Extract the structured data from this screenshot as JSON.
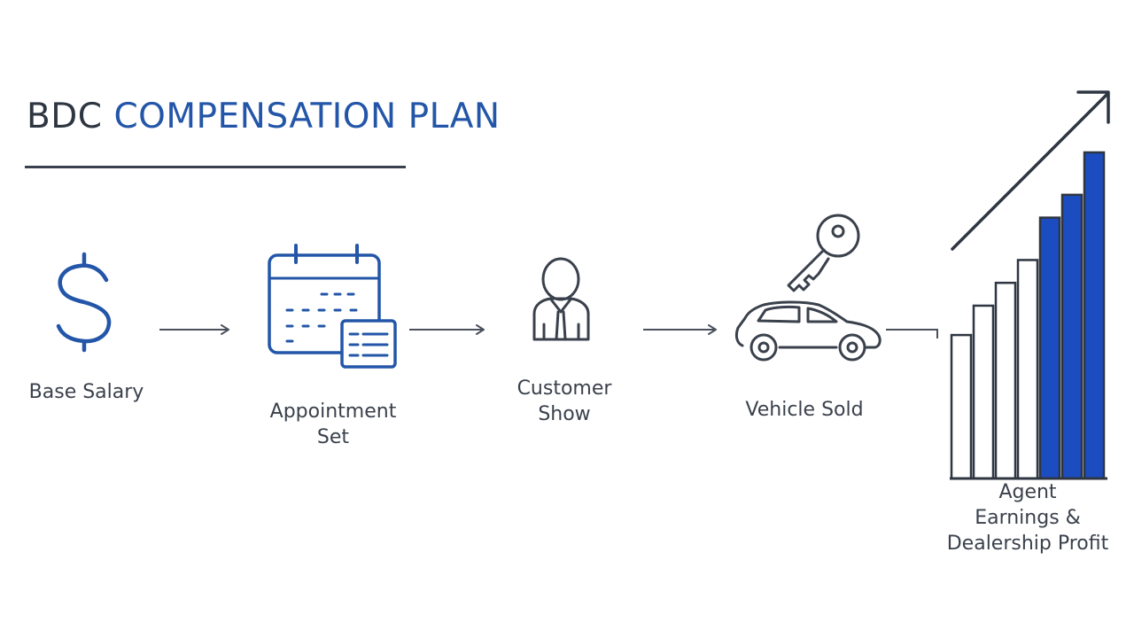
{
  "title": {
    "part1": "BDC",
    "part2": "COMPENSATION PLAN"
  },
  "colors": {
    "accent": "#2356a8",
    "bar_accent": "#1b4cc0",
    "dark": "#3a4250",
    "title_dark": "#2e3642"
  },
  "steps": [
    {
      "icon": "dollar-sign-icon",
      "label": "Base Salary"
    },
    {
      "icon": "calendar-icon",
      "label": "Appointment\nSet"
    },
    {
      "icon": "customer-person-icon",
      "label": "Customer\nShow"
    },
    {
      "icon": "car-key-icon",
      "label": "Vehicle Sold"
    },
    {
      "icon": "growth-bar-chart-icon",
      "label": "Agent\nEarnings &\nDealership Profit"
    }
  ],
  "growth_chart": {
    "bar_levels": [
      0.44,
      0.53,
      0.6,
      0.67,
      0.8,
      0.87,
      1.0
    ],
    "highlighted_from_index": 4,
    "trend": "up-right"
  }
}
